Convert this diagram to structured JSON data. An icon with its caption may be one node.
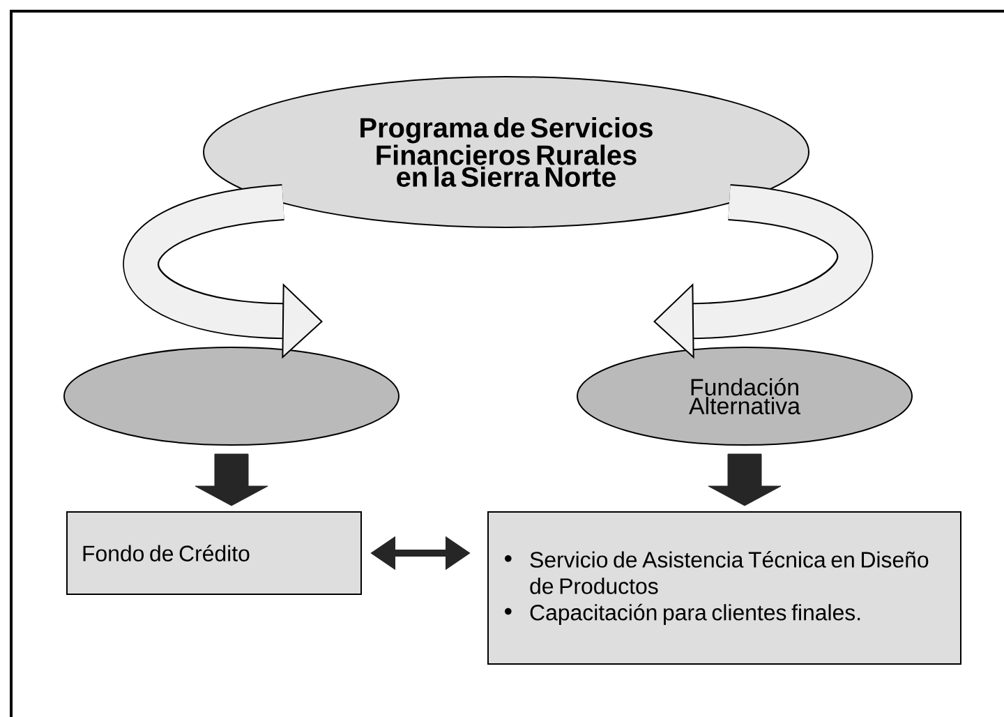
{
  "diagram": {
    "nodes": [
      {
        "text": [
          "Programa de Servicios Financieros Rurales en la Sierra Norte"
        ]
      },
      {
        "text": [],
        "shape": "ellipse"
      },
      {
        "text": [
          "Fundación Alternativa"
        ]
      },
      {
        "text": [
          "Fondo de Crédito"
        ]
      },
      {
        "text": [
          "Servicio de Asistencia Técnica en Diseño de Productos",
          "Capacitación para clientes finales."
        ]
      }
    ],
    "edges": [
      {
        "from": 0,
        "to": 1,
        "arrow": "to"
      },
      {
        "from": 0,
        "to": 2,
        "arrow": "to"
      },
      {
        "from": 1,
        "to": 3,
        "arrow": "to"
      },
      {
        "from": 2,
        "to": 4,
        "arrow": "to"
      },
      {
        "from": 3,
        "to": 4,
        "arrow": "both"
      }
    ]
  }
}
